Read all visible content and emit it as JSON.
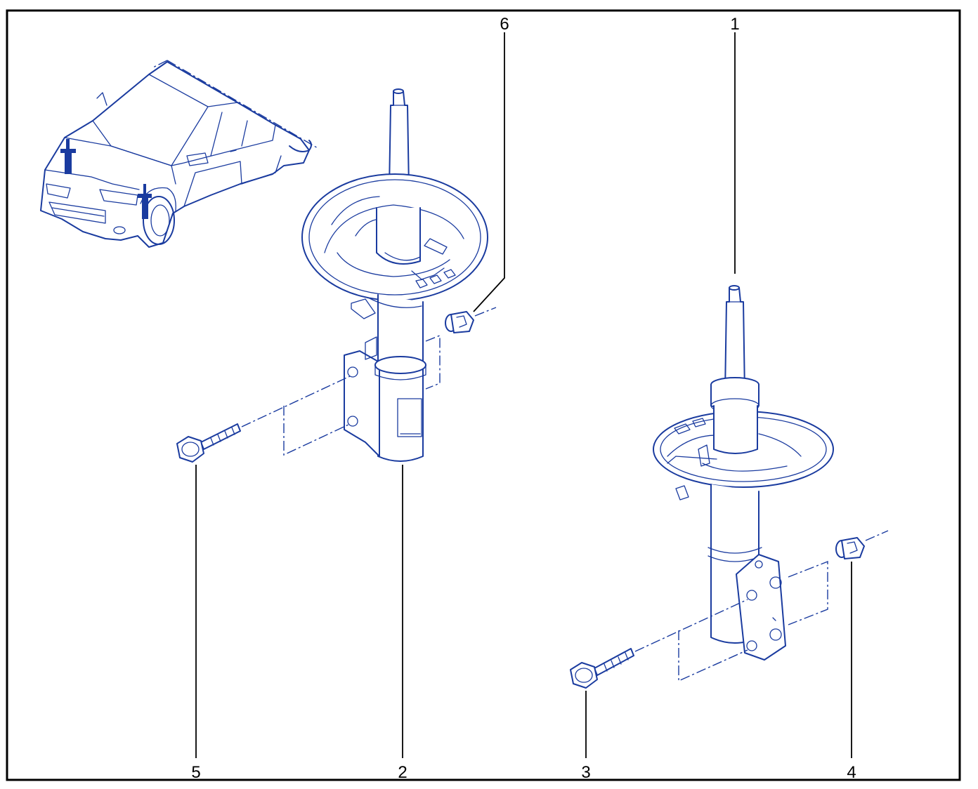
{
  "diagram": {
    "colors": {
      "ink": "#1a3b9f",
      "callout": "#000000",
      "border": "#000000",
      "background": "#ffffff"
    },
    "callouts": {
      "c1": "1",
      "c2": "2",
      "c3": "3",
      "c4": "4",
      "c5": "5",
      "c6": "6"
    },
    "parts": [
      "car-locator-illustration",
      "left-strut-assembly",
      "right-strut-assembly",
      "left-strut-bolt",
      "left-strut-nut",
      "right-strut-bolt",
      "right-strut-nut"
    ]
  }
}
